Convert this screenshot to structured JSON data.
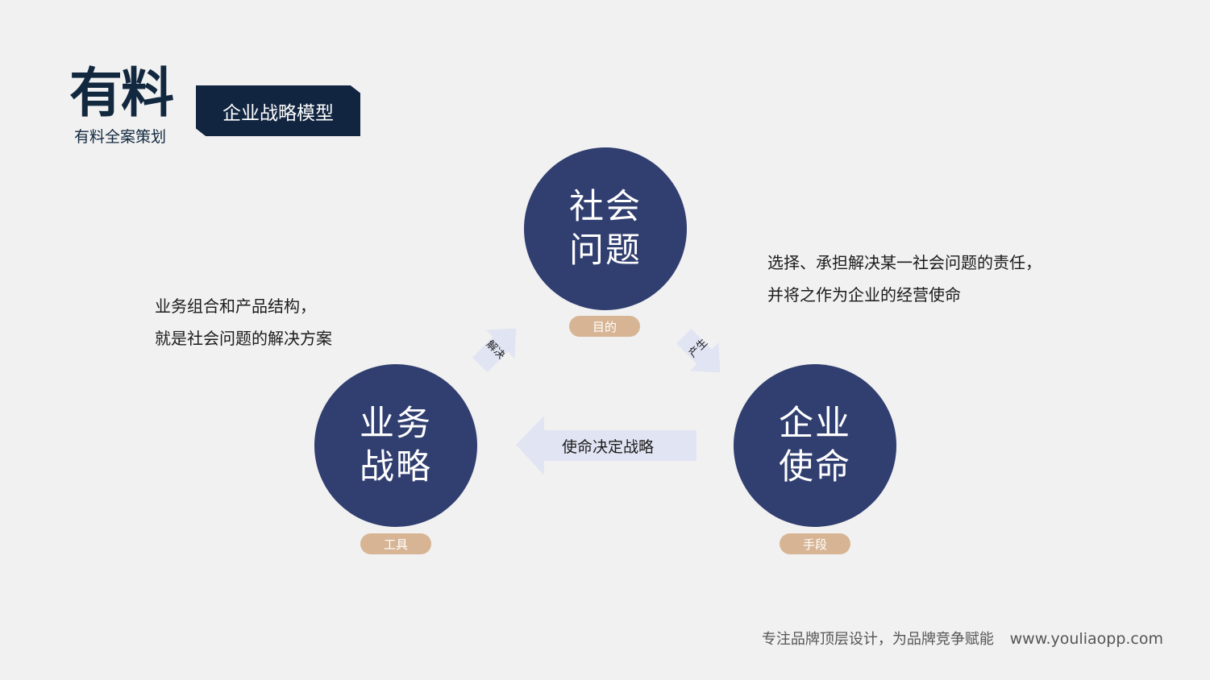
{
  "logo": {
    "mark": "有料",
    "subtitle": "有料全案策划"
  },
  "title": "企业战略模型",
  "nodes": {
    "top": {
      "line1": "社会",
      "line2": "问题",
      "tag": "目的"
    },
    "left": {
      "line1": "业务",
      "line2": "战略",
      "tag": "工具"
    },
    "right": {
      "line1": "企业",
      "line2": "使命",
      "tag": "手段"
    }
  },
  "descriptions": {
    "left": [
      "业务组合和产品结构，",
      "就是社会问题的解决方案"
    ],
    "right": [
      "选择、承担解决某一社会问题的责任，",
      "并将之作为企业的经营使命"
    ]
  },
  "arrows": {
    "up_label": "解决",
    "down_label": "产生",
    "bottom_label": "使命决定战略"
  },
  "footer": {
    "slogan": "专注品牌顶层设计，为品牌竞争赋能",
    "url": "www.youliaopp.com"
  },
  "colors": {
    "circle": "#303e70",
    "tag": "#d7b594",
    "arrow": "#e1e5f3",
    "title_bg": "#122540"
  }
}
